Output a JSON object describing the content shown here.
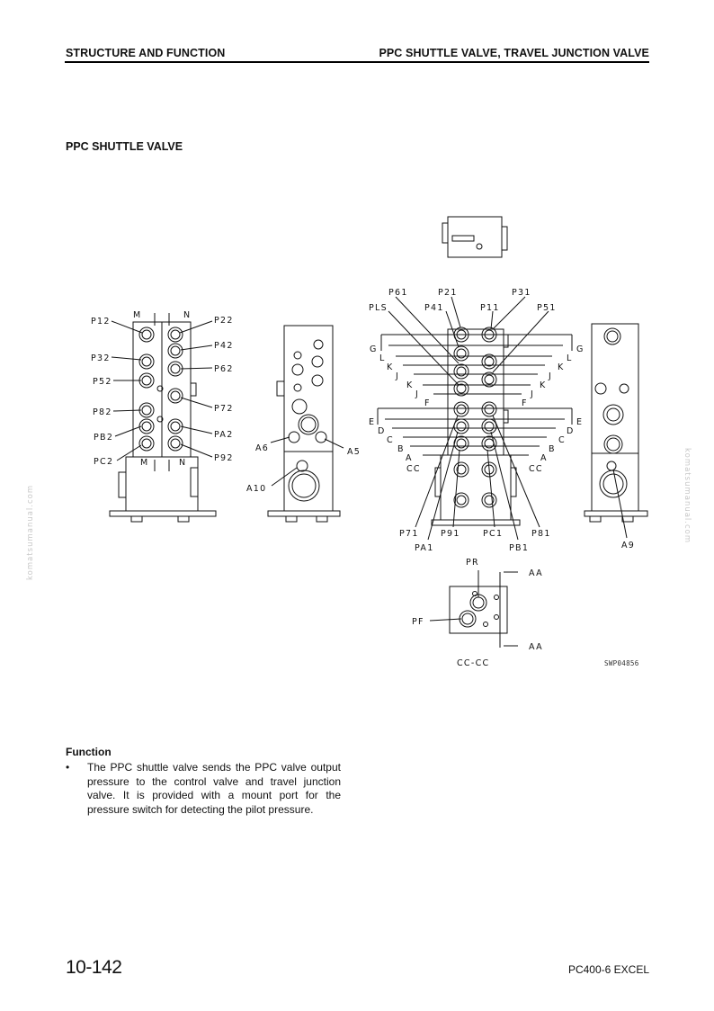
{
  "header": {
    "left": "STRUCTURE AND FUNCTION",
    "right": "PPC SHUTTLE VALVE, TRAVEL JUNCTION VALVE"
  },
  "section_title": "PPC SHUTTLE VALVE",
  "drawing": {
    "front_view_labels": {
      "left": [
        "P12",
        "P32",
        "P52",
        "P82",
        "PB2",
        "PC2"
      ],
      "right": [
        "P22",
        "P42",
        "P62",
        "P72",
        "PA2",
        "P92"
      ],
      "top": [
        "M",
        "N"
      ],
      "bottom": [
        "M",
        "N"
      ]
    },
    "side_view_labels": [
      "A6",
      "A5",
      "A10"
    ],
    "main_view_labels": {
      "top_row": [
        "P61",
        "P21",
        "P31"
      ],
      "second_row": [
        "PLS",
        "P41",
        "P11",
        "P51"
      ],
      "sections": [
        "G",
        "L",
        "K",
        "J",
        "F",
        "E",
        "D",
        "C",
        "B",
        "A",
        "CC"
      ],
      "bottom_row": [
        "P71",
        "P91",
        "PC1",
        "P81"
      ],
      "bottom_row2": [
        "PA1",
        "PB1"
      ]
    },
    "rear_view_labels": [
      "A9"
    ],
    "section_view_labels": [
      "PR",
      "PF",
      "AA",
      "AA"
    ],
    "section_caption": "CC-CC",
    "drawing_code": "SWP04856",
    "watermark": "komatsumanual.com"
  },
  "function": {
    "heading": "Function",
    "bullet": "•",
    "text": "The PPC shuttle valve sends the PPC valve output pressure to the control valve and travel junction valve. It is provided with a mount port for the pressure switch for detecting the pilot pressure."
  },
  "footer": {
    "page_number": "10-142",
    "model": "PC400-6 EXCEL"
  }
}
